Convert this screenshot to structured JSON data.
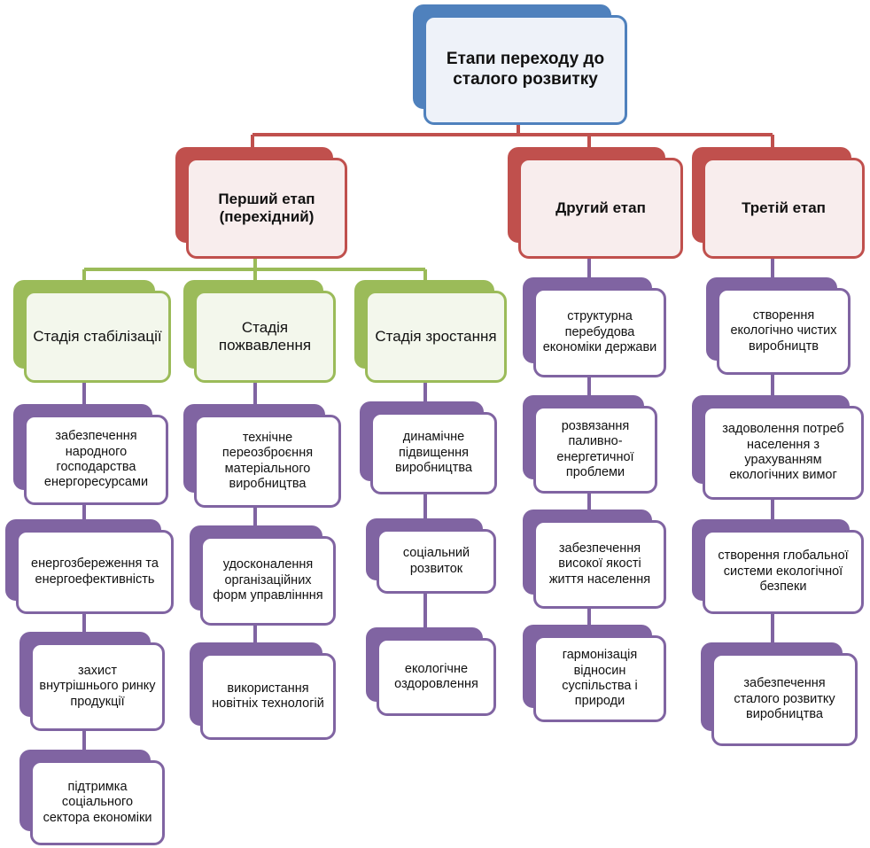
{
  "root": {
    "label": "Етапи переходу до сталого розвитку"
  },
  "stages": [
    {
      "label": "Перший етап (перехідний)"
    },
    {
      "label": "Другий етап"
    },
    {
      "label": "Третій етап"
    }
  ],
  "first_stage_phases": [
    {
      "label": "Стадія стабілізації",
      "tasks": [
        "забезпечення народного господарства енергоресурсами",
        "енергозбереження та енергоефективність",
        "захист внутрішнього ринку продукції",
        "підтримка соціального сектора економіки"
      ]
    },
    {
      "label": "Стадія пожвавлення",
      "tasks": [
        "технічне переозброєння матеріального виробництва",
        "удосконалення організаційних форм управлінння",
        "використання новітніх технологій"
      ]
    },
    {
      "label": "Стадія зростання",
      "tasks": [
        "динамічне підвищення виробництва",
        "соціальний розвиток",
        "екологічне оздоровлення"
      ]
    }
  ],
  "second_stage_tasks": [
    "структурна перебудова економіки держави",
    "розвязання паливно-енергетичної проблеми",
    "забезпечення високої якості життя населення",
    "гармонізація відносин суспільства і природи"
  ],
  "third_stage_tasks": [
    "створення екологічно чистих виробництв",
    "задоволення потреб населення з урахуванням екологічних вимог",
    "створення глобальної системи екологічної безпеки",
    "забезпечення сталого розвитку виробництва"
  ],
  "colors": {
    "root": "#4f81bd",
    "stage": "#c0504d",
    "phase": "#9bbb59",
    "task": "#8064a2"
  }
}
